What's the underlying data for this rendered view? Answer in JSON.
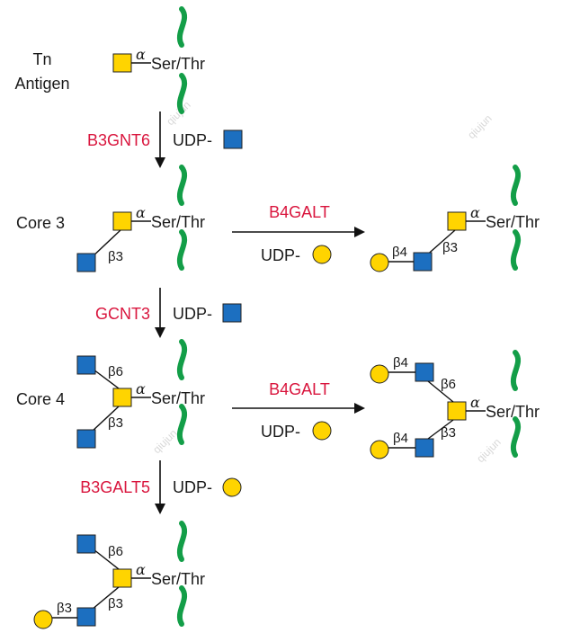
{
  "labels": {
    "tn_antigen_line1": "Tn",
    "tn_antigen_line2": "Antigen",
    "core3": "Core 3",
    "core4": "Core 4"
  },
  "peptide": "Ser/Thr",
  "linkages": {
    "alpha": "α",
    "b3": "β3",
    "b4": "β4",
    "b6": "β6"
  },
  "donor_prefix": "UDP-",
  "enzymes": {
    "step1": "B3GNT6",
    "step2": "GCNT3",
    "step3": "B3GALT5",
    "side1": "B4GALT",
    "side2": "B4GALT"
  },
  "watermark": "qiujun",
  "colors": {
    "galnac_yellow": "#FFD400",
    "glcnac_blue": "#1C6FC0",
    "gal_yellow": "#FFD400",
    "peptide_green": "#139E48",
    "enzyme_red": "#D9153D",
    "line": "#111111"
  }
}
